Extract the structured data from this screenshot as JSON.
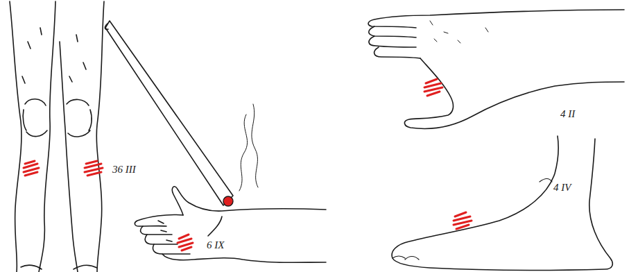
{
  "diagram": {
    "labels": [
      "36 III",
      "6 IX",
      "4 II",
      "4 IV"
    ]
  }
}
